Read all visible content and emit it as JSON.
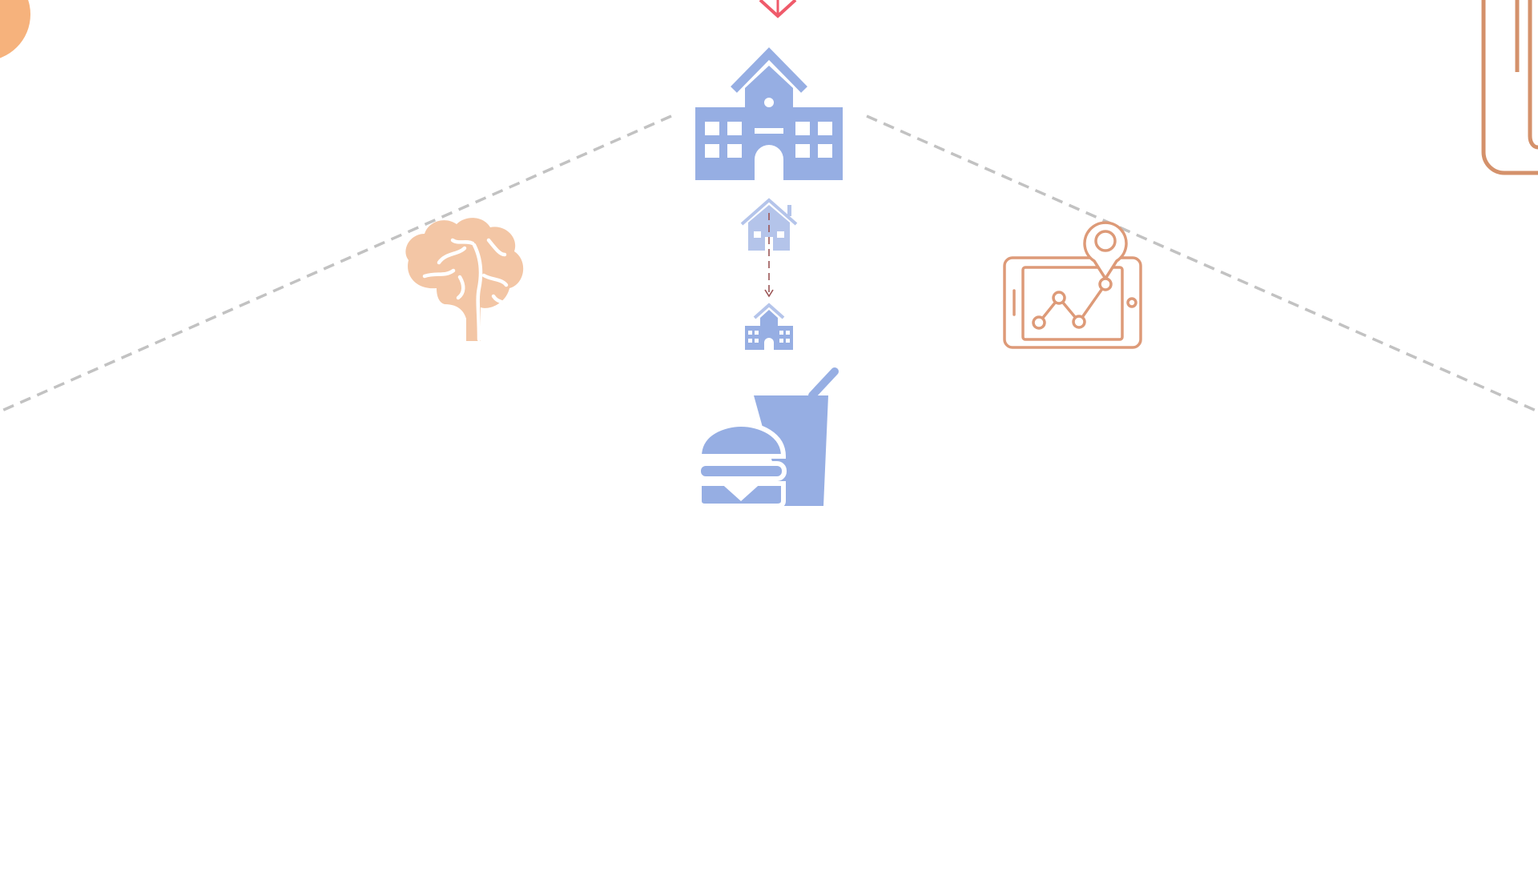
{
  "diagram": {
    "colors": {
      "blue": "#96aee3",
      "blue_light": "#b4c4ea",
      "peach": "#f3c6a5",
      "orange": "#f6b27c",
      "copper": "#dd9a78",
      "copper_dark": "#d4916b",
      "dash": "#c2c2c2",
      "arrow_red": "#ef5a6a",
      "arrow_dark": "#9b5555"
    },
    "icons": [
      "arrow-down-icon",
      "school-building-icon",
      "house-icon",
      "small-school-icon",
      "brain-icon",
      "tablet-map-chart-icon",
      "burger-drink-icon",
      "phone-icon",
      "circle-icon"
    ],
    "connectors": [
      "left-dashed-line",
      "right-dashed-line",
      "house-to-school-dashed-arrow"
    ]
  }
}
